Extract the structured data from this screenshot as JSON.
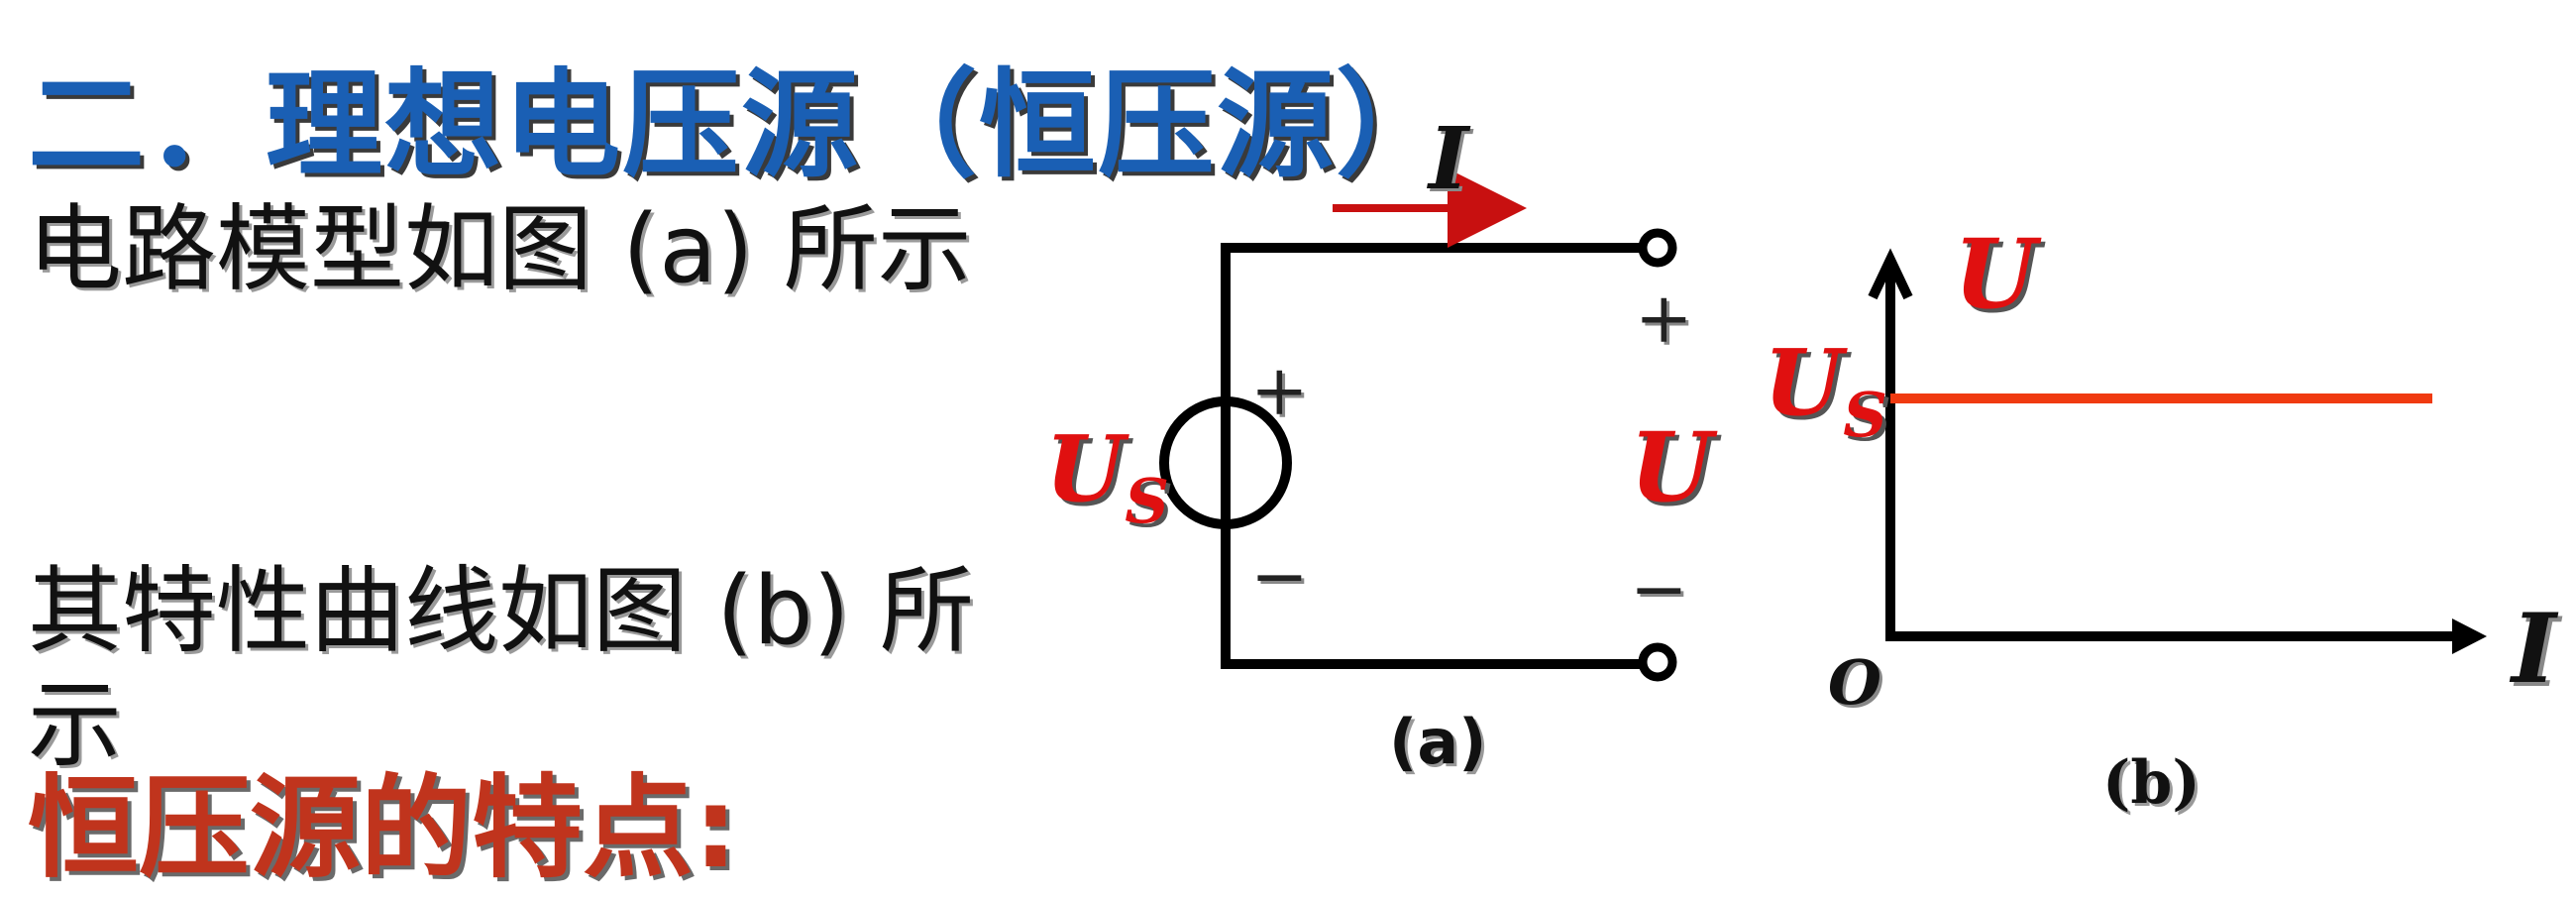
{
  "slide": {
    "title": "二．理想电压源（恒压源）",
    "line1": "电路模型如图 (a) 所示",
    "line2": "其特性曲线如图 (b) 所",
    "line2_cont": "示",
    "subtitle": "恒压源的特点:"
  },
  "circuit": {
    "current_label": "I",
    "source_label_main": "U",
    "source_label_sub": "S",
    "source_plus": "+",
    "source_minus": "−",
    "terminal_plus": "+",
    "terminal_minus": "−",
    "voltage_label": "U",
    "caption": "(a)"
  },
  "graph": {
    "y_axis_label": "U",
    "x_axis_label": "I",
    "origin_label": "O",
    "us_label_main": "U",
    "us_label_sub": "S",
    "caption": "(b)"
  },
  "colors": {
    "title": "#1a5fb4",
    "subtitle": "#c0341d",
    "label_red": "#e01010",
    "arrow_red": "#c81010",
    "characteristic_line": "#f03a10",
    "wire": "#000000"
  }
}
